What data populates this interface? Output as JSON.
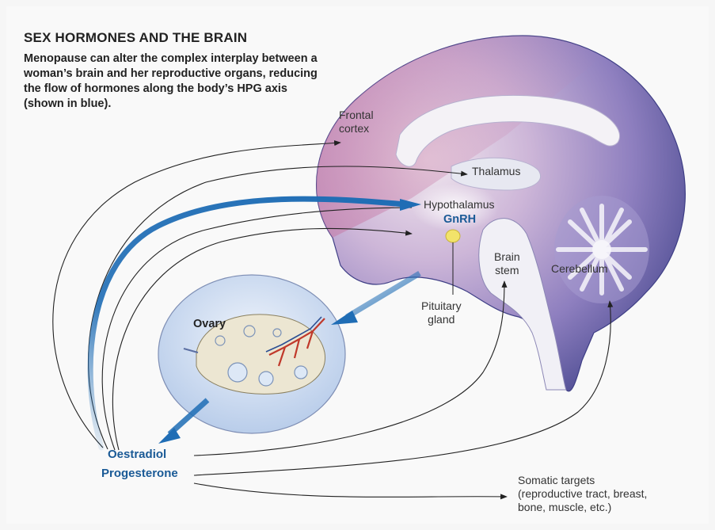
{
  "title": "SEX HORMONES AND THE BRAIN",
  "intro": "Menopause can alter the complex interplay between a woman’s brain and her reproductive organs, reducing the flow of hormones along the body’s HPG axis (shown in blue).",
  "labels": {
    "frontal_cortex_1": "Frontal",
    "frontal_cortex_2": "cortex",
    "thalamus": "Thalamus",
    "hypothalamus": "Hypothalamus",
    "gnrh": "GnRH",
    "brain_stem_1": "Brain",
    "brain_stem_2": "stem",
    "cerebellum": "Cerebellum",
    "pituitary_1": "Pituitary",
    "pituitary_2": "gland",
    "ovary": "Ovary",
    "oestradiol": "Oestradiol",
    "progesterone": "Progesterone",
    "somatic_1": "Somatic targets",
    "somatic_2": "(reproductive tract, breast,",
    "somatic_3": "bone, muscle, etc.)"
  },
  "colors": {
    "hpg_axis_blue": "#1f6db5",
    "brain_purple": "#5a4f9c",
    "frontal_pink": "#c98ab0",
    "pituitary_yellow": "#f2e36a"
  }
}
